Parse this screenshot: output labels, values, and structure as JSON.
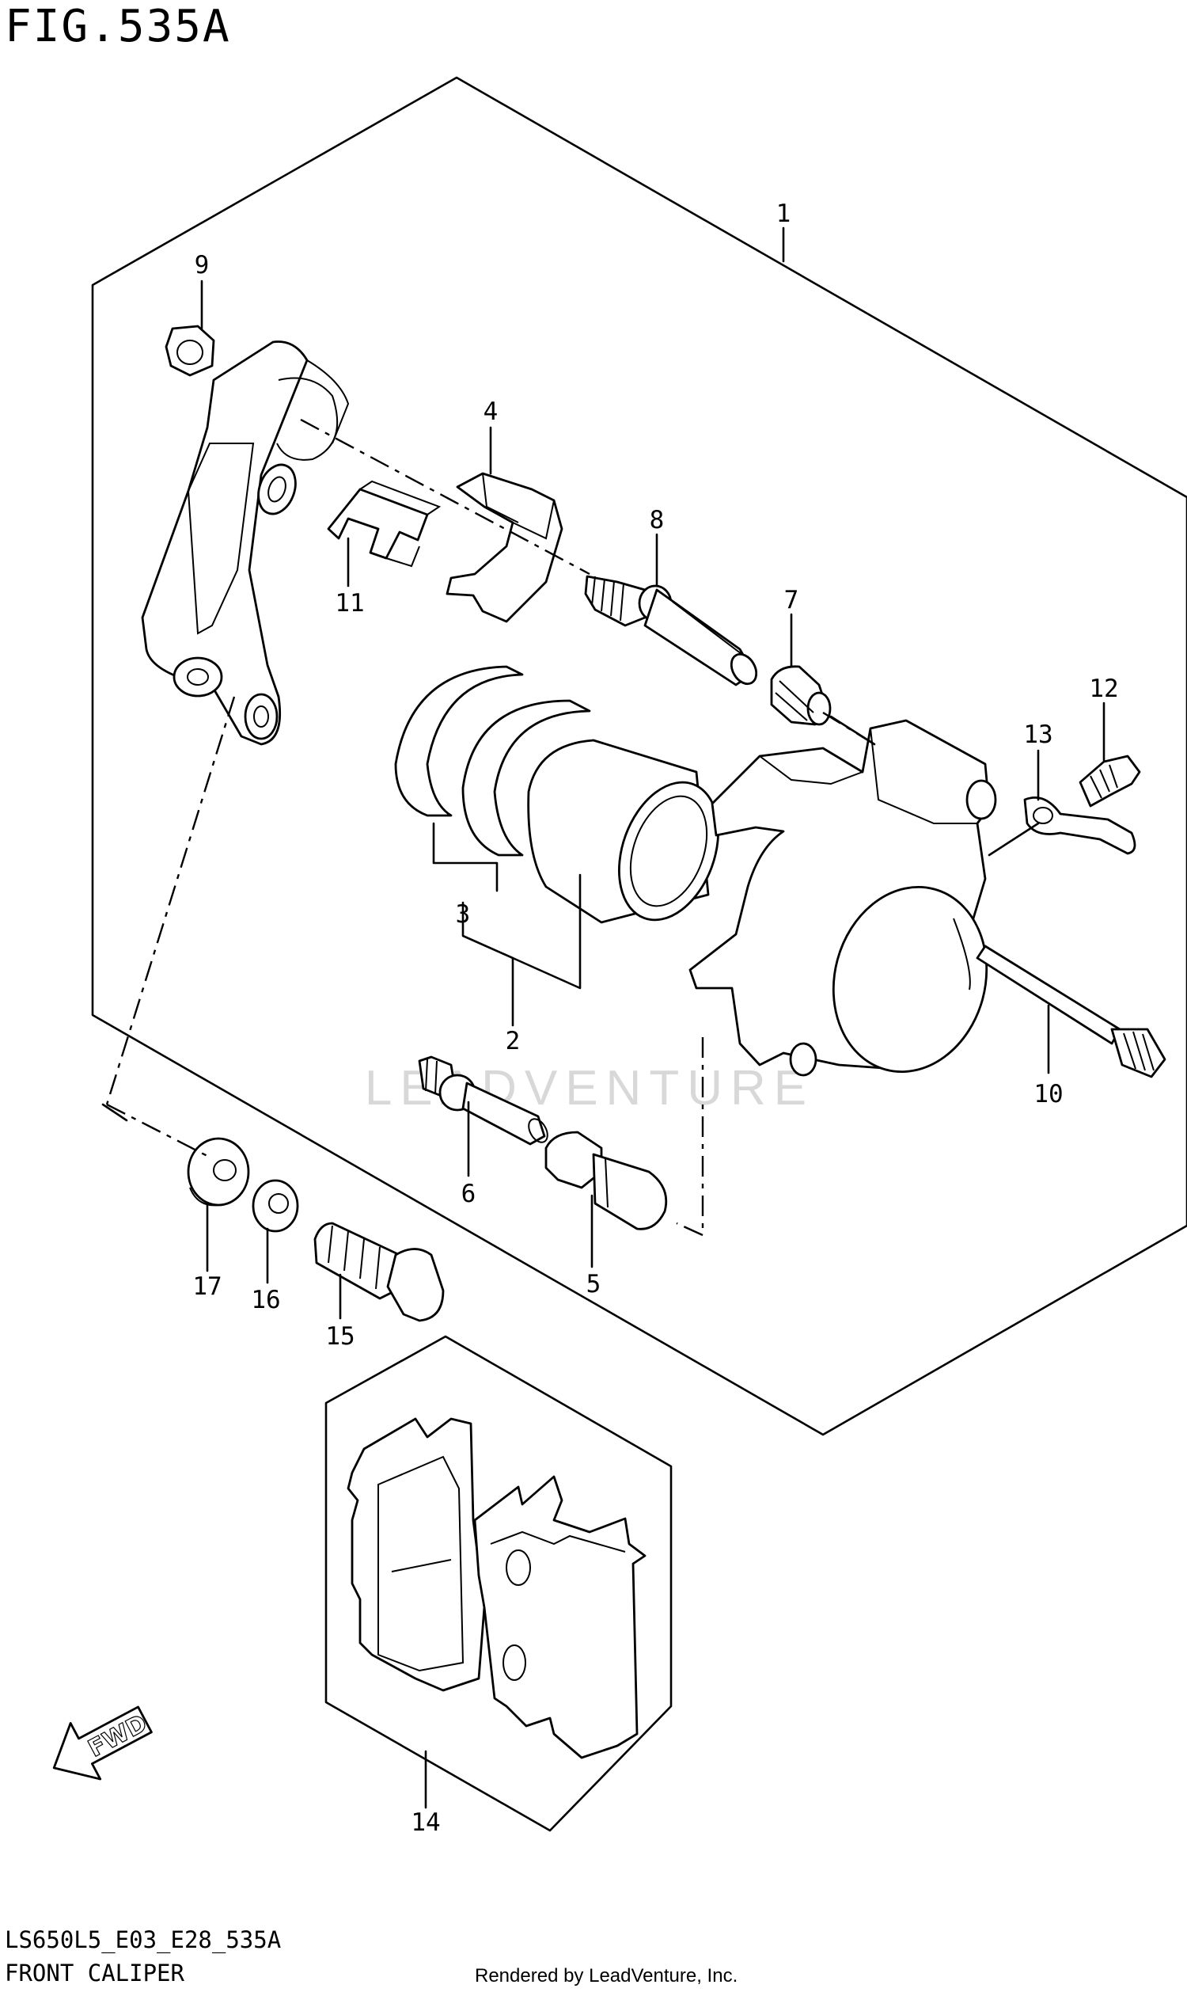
{
  "figure": {
    "title": "FIG.535A",
    "code": "LS650L5_E03_E28_535A",
    "name": "FRONT CALIPER",
    "rendered_by": "Rendered by LeadVenture, Inc.",
    "watermark": "LEADVENTURE"
  },
  "fwd_label": "FWD",
  "callouts": [
    "1",
    "2",
    "3",
    "4",
    "5",
    "6",
    "7",
    "8",
    "9",
    "10",
    "11",
    "12",
    "13",
    "14",
    "15",
    "16",
    "17"
  ]
}
